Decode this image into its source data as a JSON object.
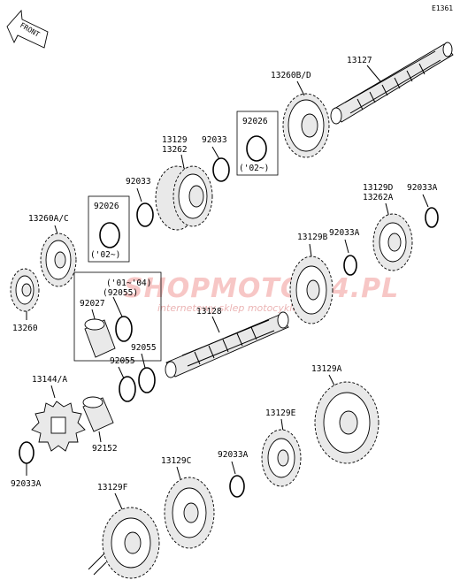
{
  "diagram_code": "E1361",
  "front_label": "FRONT",
  "watermark": {
    "brand_a": "SHOP",
    "brand_b": "MOTO",
    "brand_c": "24.PL",
    "tagline": "internetowy sklep motocyklowy"
  },
  "labels": {
    "p13127": "13127",
    "p13260bd": "13260B/D",
    "p92026_top": "92026",
    "p02_top": "('02~)",
    "p13129": "13129",
    "p13262": "13262",
    "p92033_top": "92033",
    "p92033_mid": "92033",
    "p92026_mid": "92026",
    "p02_mid": "('02~)",
    "p13260ac": "13260A/C",
    "p13260": "13260",
    "p0104": "('01~'04)",
    "p92055_paren": "(92055)",
    "p92027": "92027",
    "p13128": "13128",
    "p92055_a": "92055",
    "p92055_b": "92055",
    "p13129d": "13129D",
    "p13262a": "13262A",
    "p92033a_right": "92033A",
    "p92033a_r2": "92033A",
    "p13129b": "13129B",
    "p13144": "13144/A",
    "p92152": "92152",
    "p92033a_left": "92033A",
    "p13129a": "13129A",
    "p13129e": "13129E",
    "p13129c": "13129C",
    "p92033a_low": "92033A",
    "p13129f": "13129F"
  }
}
